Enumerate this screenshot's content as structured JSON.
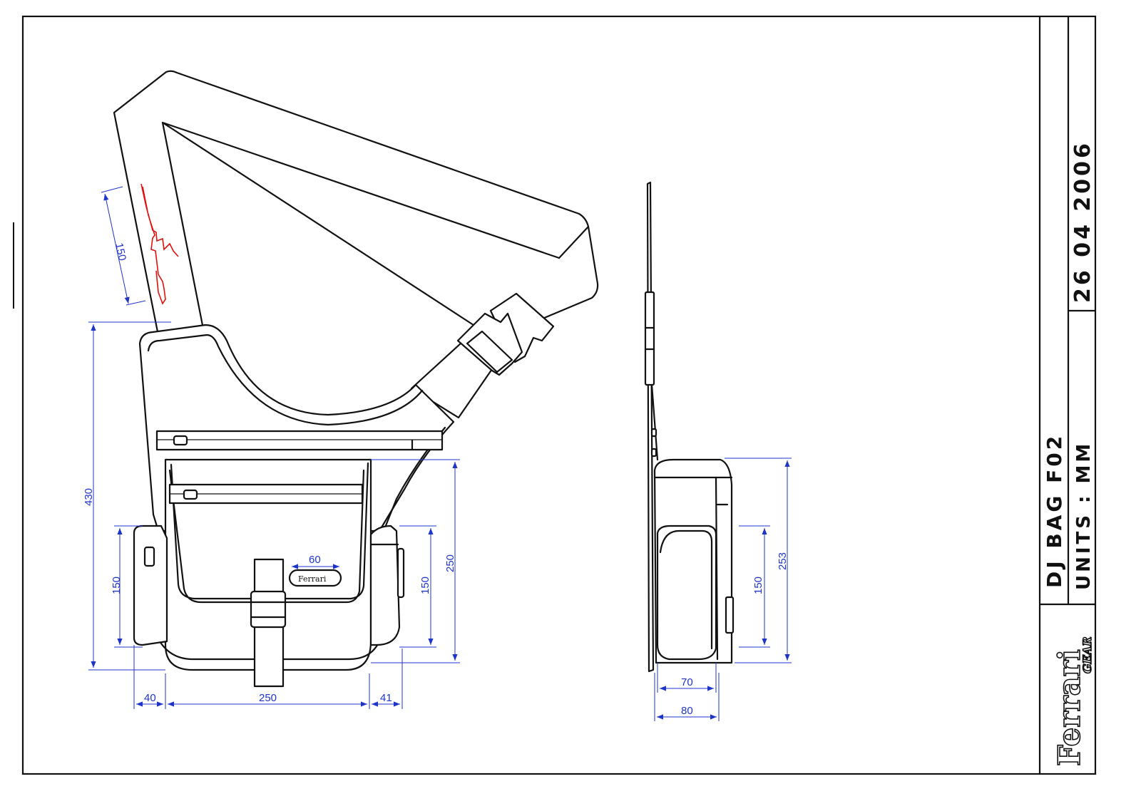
{
  "title_block": {
    "drawing_title": "DJ BAG F02",
    "units_label": "UNITS : MM",
    "date": "26 04 2006",
    "brand_main": "Ferrari",
    "brand_sub": "GEAR"
  },
  "badge_text": "Ferrari",
  "dimensions": {
    "logo_length": "150",
    "total_height": "430",
    "left_pocket_height": "150",
    "badge_width": "60",
    "front_height": "250",
    "right_pocket_height": "150",
    "left_pocket_width": "40",
    "body_width": "250",
    "right_pocket_width": "41",
    "side_pocket_height": "150",
    "side_height": "253",
    "side_inner_depth": "70",
    "side_outer_depth": "80"
  },
  "colors": {
    "line": "#111111",
    "dimension": "#1f35c8",
    "logo_accent": "#e01010"
  }
}
